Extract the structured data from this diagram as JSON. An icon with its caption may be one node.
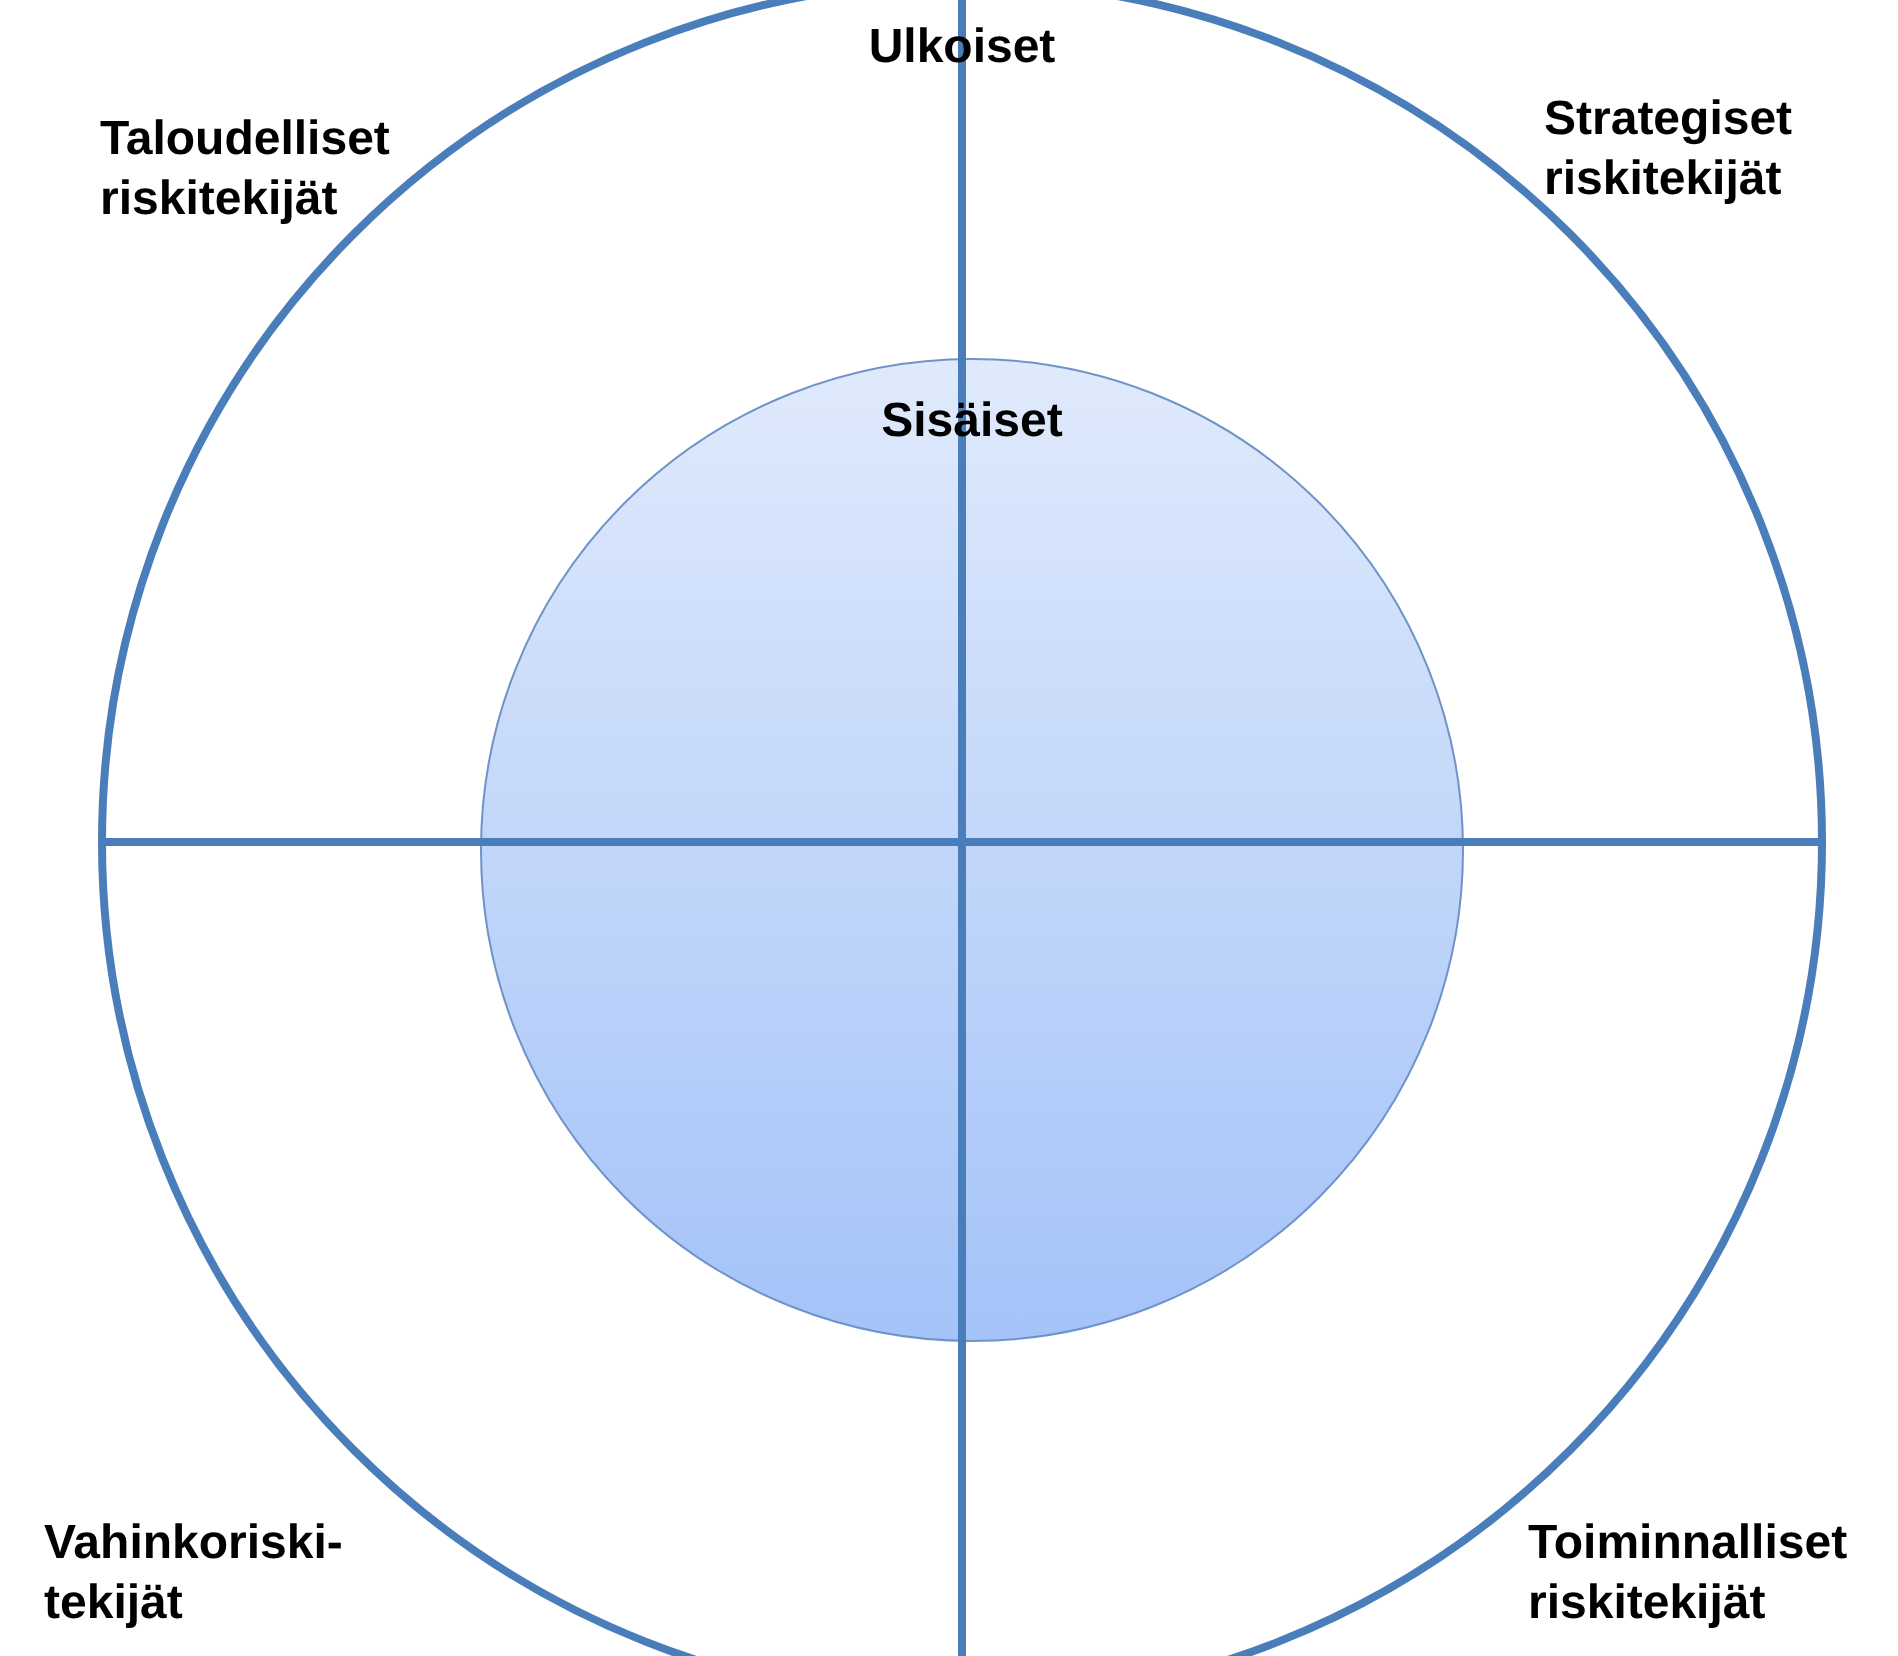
{
  "diagram": {
    "nodes": [
      {
        "text": [
          "Ulkoiset"
        ]
      },
      {
        "text": [
          "Sisäiset"
        ],
        "in": 0
      }
    ],
    "labels": [
      "Taloudelliset riskitekijät",
      "Strategiset riskitekijät",
      "Vahinkoriski- tekijät",
      "Toiminnalliset riskitekijät"
    ]
  }
}
